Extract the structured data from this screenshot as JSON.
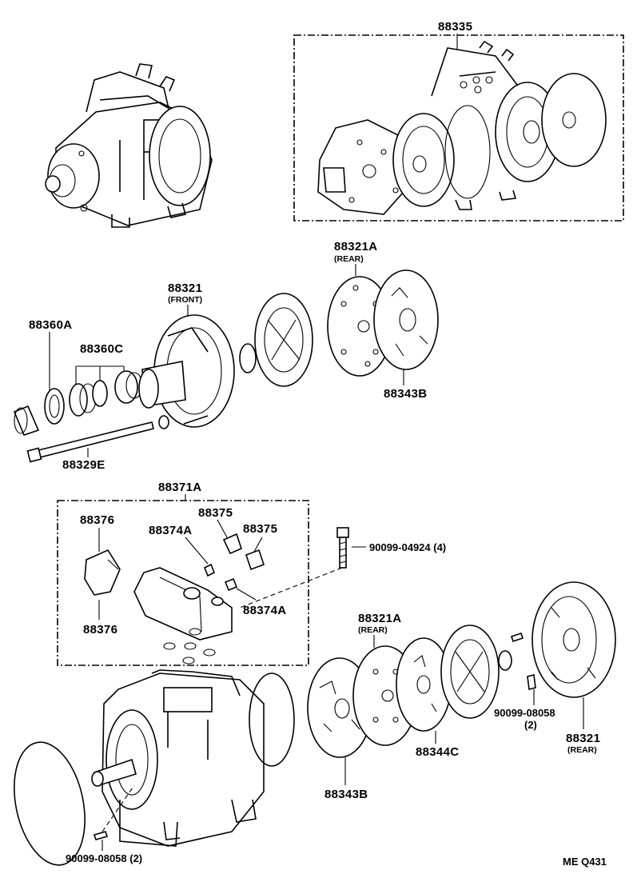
{
  "labels": {
    "assembly_88335": "88335",
    "cover_rear_top_num": "88321A",
    "cover_rear_top_sub": "(REAR)",
    "front_cover_num": "88321",
    "front_cover_sub": "(FRONT)",
    "ring_88360A": "88360A",
    "seal_88360C": "88360C",
    "plate_88343B_top": "88343B",
    "bolt_88329E": "88329E",
    "valve_kit_88371A": "88371A",
    "part_88376_top": "88376",
    "part_88376_bottom": "88376",
    "part_88375_a": "88375",
    "part_88375_b": "88375",
    "part_88374A_top": "88374A",
    "part_88374A_bottom": "88374A",
    "bolt_90099_04924": "90099-04924 (4)",
    "cover_rear_mid_num": "88321A",
    "cover_rear_mid_sub": "(REAR)",
    "pin_90099_08058_right_num": "90099-08058",
    "pin_90099_08058_right_qty": "(2)",
    "cover_rear_bottom_num": "88321",
    "cover_rear_bottom_sub": "(REAR)",
    "plate_88344C": "88344C",
    "plate_88343B_bottom": "88343B",
    "pin_90099_08058_left": "90099-08058 (2)",
    "ref_code": "ME  Q431"
  }
}
